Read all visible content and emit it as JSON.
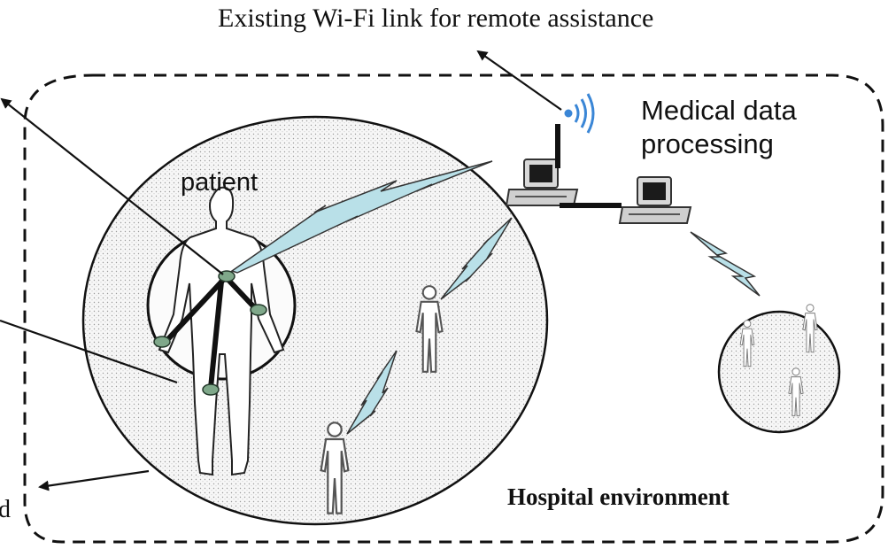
{
  "texts": {
    "wifi_link": "Existing Wi-Fi link for remote assistance",
    "medical_line1": "Medical data",
    "medical_line2": "processing",
    "patient": "patient",
    "hospital": "Hospital environment",
    "cut_label": "d"
  },
  "icons": {
    "wifi": "wifi-signal-icon",
    "computer": "computer-icon",
    "sensor": "sensor-node-icon",
    "person": "person-icon",
    "wireless": "wireless-link-icon"
  },
  "colors": {
    "stroke": "#111111",
    "lightning": "#b9e0e8",
    "stipple": "#dedede",
    "wifi": "#3a86d6"
  }
}
